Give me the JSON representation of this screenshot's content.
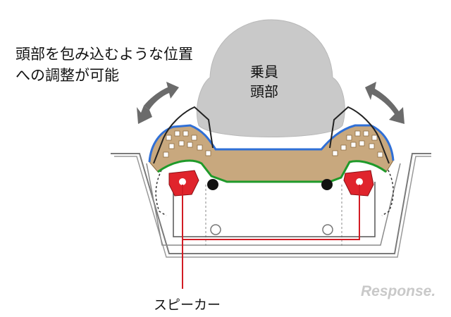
{
  "caption": {
    "line1": "頭部を包み込むような位置",
    "line2": "への調整が可能"
  },
  "head": {
    "line1": "乗員",
    "line2": "頭部"
  },
  "speaker_label": "スピーカー",
  "watermark": "Response.",
  "colors": {
    "head": "#c9c9c9",
    "cushion": "#c8a87e",
    "cushion_edge_top": "#2f6fd6",
    "cushion_edge_bottom": "#1f9a2a",
    "speaker": "#e0242c",
    "wire": "#d21c24",
    "frame": "#555555",
    "arrow": "#6b6b6b"
  }
}
